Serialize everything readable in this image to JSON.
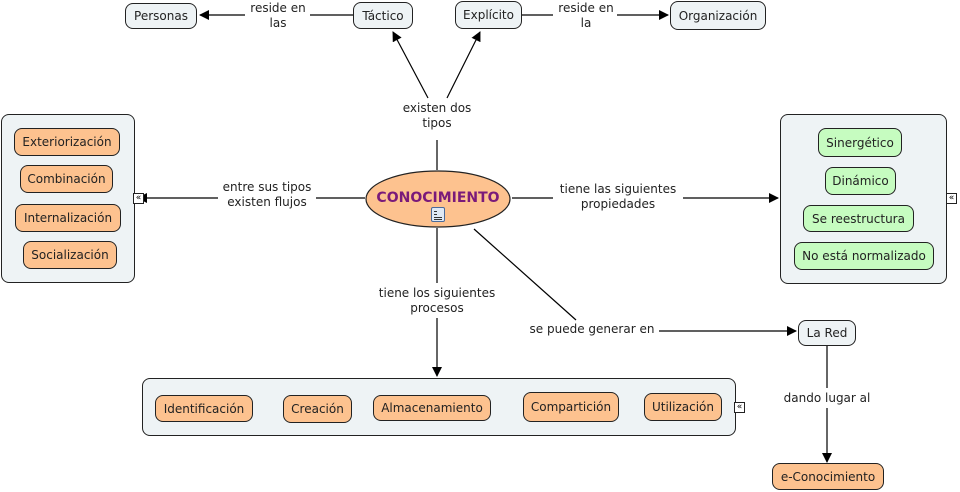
{
  "diagram": {
    "central": {
      "label": "CONOCIMIENTO",
      "icon": "document-icon"
    },
    "top_nodes": {
      "tactico": "Táctico",
      "explicito": "Explícito",
      "personas": "Personas",
      "organizacion": "Organización"
    },
    "link_labels": {
      "existen_dos_tipos": [
        "existen dos",
        "tipos"
      ],
      "reside_en_las": [
        "reside en",
        "las"
      ],
      "reside_en_la": [
        "reside en",
        "la"
      ],
      "entre_sus_tipos": [
        "entre sus tipos",
        "existen flujos"
      ],
      "tiene_propiedades": [
        "tiene las siguientes",
        "propiedades"
      ],
      "tiene_procesos": [
        "tiene los siguientes",
        "procesos"
      ],
      "se_puede_generar": [
        "se puede generar en"
      ],
      "dando_lugar": [
        "dando lugar al"
      ]
    },
    "flujos_group": [
      "Exteriorización",
      "Combinación",
      "Internalización",
      "Socialización"
    ],
    "propiedades_group": [
      "Sinergético",
      "Dinámico",
      "Se reestructura",
      "No está normalizado"
    ],
    "procesos_group": [
      "Identificación",
      "Creación",
      "Almacenamiento",
      "Compartición",
      "Utilización"
    ],
    "red_node": "La Red",
    "e_conocimiento_node": "e-Conocimiento",
    "collapse_glyph": "«"
  }
}
